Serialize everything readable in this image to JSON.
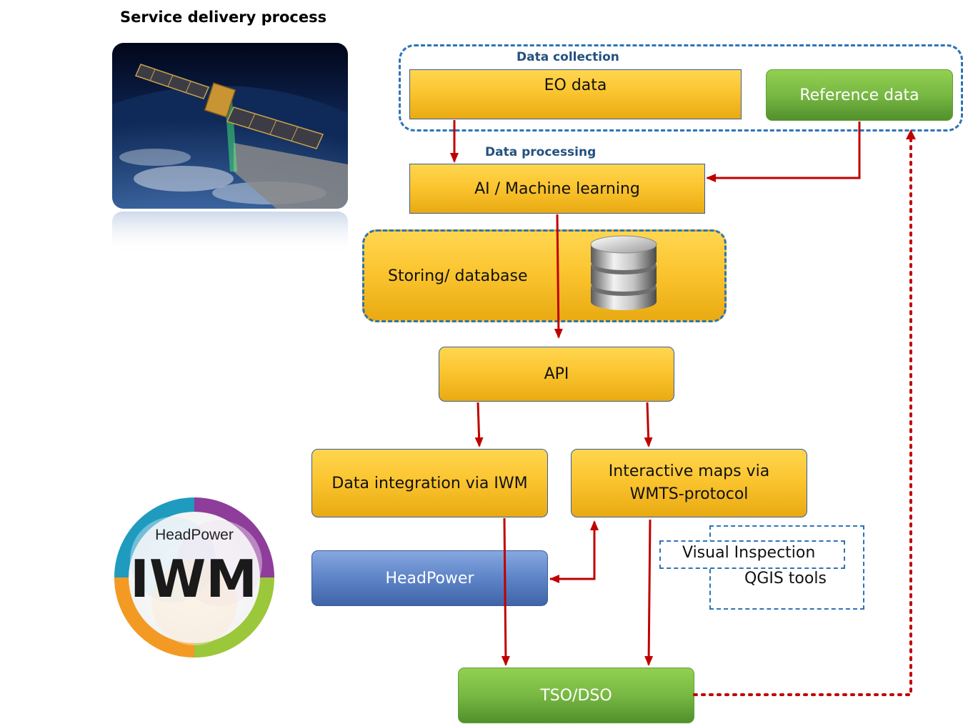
{
  "title": "Service delivery process",
  "sections": {
    "data_collection": "Data collection",
    "data_processing": "Data processing"
  },
  "nodes": {
    "eo_data": "EO data",
    "reference_data": "Reference data",
    "ai_ml": "AI / Machine learning",
    "storing": "Storing/ database",
    "api": "API",
    "data_integration": "Data integration via IWM",
    "interactive_maps_line1": "Interactive maps via",
    "interactive_maps_line2": "WMTS-protocol",
    "headpower": "HeadPower",
    "tso_dso": "TSO/DSO",
    "visual_inspection": "Visual Inspection",
    "qgis_tools": "QGIS tools"
  },
  "logo": {
    "brand": "HeadPower",
    "product": "IWM"
  },
  "images": {
    "satellite": "satellite-earth-image",
    "database": "database-cylinder-icon"
  },
  "colors": {
    "gold": "#fbc530",
    "green": "#78b843",
    "blue": "#5e84c8",
    "arrow": "#c00000",
    "dash": "#2e74b5"
  }
}
